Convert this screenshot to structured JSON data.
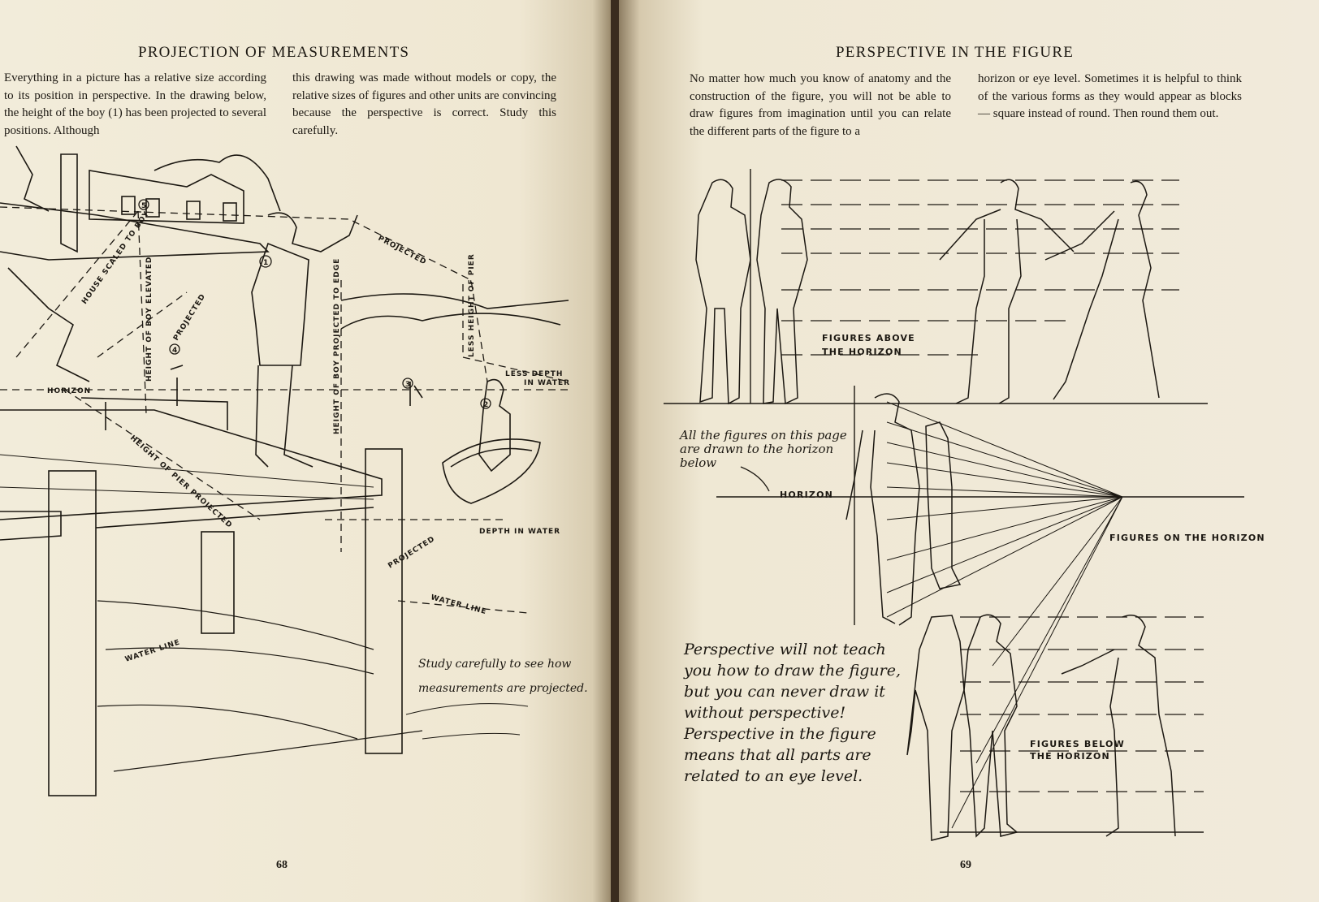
{
  "left_page": {
    "title": "PROJECTION OF MEASUREMENTS",
    "col1": "Everything in a picture has a relative size according to its position in perspective. In the drawing below, the height of the boy (1) has been projected to several positions. Although",
    "col2": "this drawing was made without models or copy, the relative sizes of figures and other units are convincing because the perspective is correct. Study this carefully.",
    "labels": {
      "horizon": "HORIZON",
      "projected_top": "PROJECTED",
      "projected_mid": "PROJECTED",
      "projected_low": "PROJECTED",
      "house_scaled": "HOUSE SCALED TO BOY",
      "height_elevated": "HEIGHT OF BOY ELEVATED",
      "projected_edge": "HEIGHT OF BOY PROJECTED TO EDGE",
      "less_height_pier": "LESS HEIGHT OF PIER",
      "less_depth": "LESS DEPTH",
      "in_water": "IN WATER",
      "pier_projected": "HEIGHT OF PIER PROJECTED",
      "depth_water": "DEPTH IN WATER",
      "water_line_1": "WATER LINE",
      "water_line_2": "WATER LINE",
      "caption_1": "Study carefully to see how",
      "caption_2": "measurements are projected.",
      "markers": [
        "1",
        "2",
        "3",
        "4",
        "5"
      ]
    },
    "page_number": "68"
  },
  "right_page": {
    "title": "PERSPECTIVE IN THE FIGURE",
    "col1": "No matter how much you know of anatomy and the construction of the figure, you will not be able to draw figures from imagination until you can relate the different parts of the figure to a",
    "col2": "horizon or eye level. Sometimes it is helpful to think of the various forms as they would appear as blocks — square instead of round. Then round them out.",
    "labels": {
      "above_1": "FIGURES ABOVE",
      "above_2": "THE HORIZON",
      "note_1": "All the figures on this page",
      "note_2": "are drawn to the horizon",
      "note_3": "below",
      "horizon": "HORIZON",
      "on_horizon": "FIGURES ON THE HORIZON",
      "below_1": "FIGURES BELOW",
      "below_2": "THE HORIZON",
      "quote": [
        "Perspective will not teach",
        "you how to draw the figure,",
        "but you can never draw it",
        "without perspective!",
        "Perspective in the figure",
        "means that all parts are",
        "related to an eye level."
      ]
    },
    "page_number": "69"
  },
  "colors": {
    "paper": "#f0e9d6",
    "ink": "#1c1812",
    "gutter": "#3a2c1e"
  }
}
